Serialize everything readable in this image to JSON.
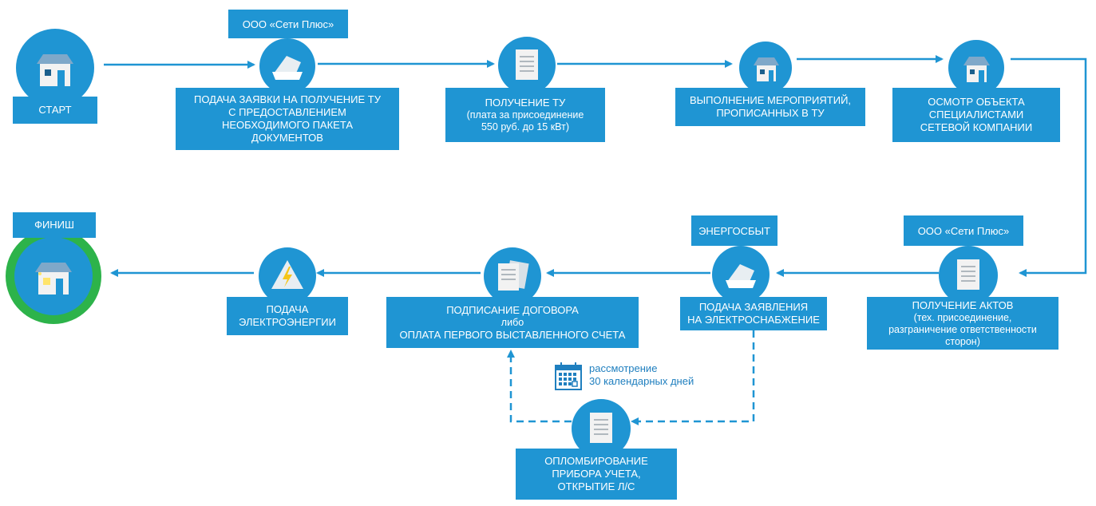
{
  "colors": {
    "accent": "#1f95d3",
    "arrow": "#1f95d3",
    "finish_ring": "#2db34a",
    "icon_bg": "#e8eef2"
  },
  "start": {
    "label": "СТАРТ",
    "icon": "house-icon"
  },
  "finish": {
    "label": "ФИНИШ",
    "icon": "house-lit-icon"
  },
  "orgs": {
    "seti_top": "ООО «Сети Плюс»",
    "energosbyt": "ЭНЕРГОСБЫТ",
    "seti_bottom": "ООО «Сети Плюс»"
  },
  "steps": {
    "application": {
      "lines": [
        "ПОДАЧА ЗАЯВКИ НА ПОЛУЧЕНИЕ ТУ",
        "С ПРЕДОСТАВЛЕНИЕМ",
        "НЕОБХОДИМОГО ПАКЕТА",
        "ДОКУМЕНТОВ"
      ],
      "icon": "envelope-paper-icon"
    },
    "receive_tu": {
      "title": "ПОЛУЧЕНИЕ ТУ",
      "sub": [
        "(плата за присоединение",
        "550 руб. до 15 кВт)"
      ],
      "icon": "document-icon"
    },
    "measures": {
      "lines": [
        "ВЫПОЛНЕНИЕ МЕРОПРИЯТИЙ,",
        "ПРОПИСАННЫХ В ТУ"
      ],
      "icon": "house-icon"
    },
    "inspection": {
      "lines": [
        "ОСМОТР ОБЪЕКТА",
        "СПЕЦИАЛИСТАМИ",
        "СЕТЕВОЙ КОМПАНИИ"
      ],
      "icon": "house-icon"
    },
    "acts": {
      "title": "ПОЛУЧЕНИЕ АКТОВ",
      "sub": [
        "(тех. присоединение,",
        "разграничение ответственности",
        "сторон)"
      ],
      "icon": "document-icon"
    },
    "supply_application": {
      "lines": [
        "ПОДАЧА ЗАЯВЛЕНИЯ",
        "НА ЭЛЕКТРОСНАБЖЕНИЕ"
      ],
      "icon": "envelope-paper-icon"
    },
    "contract": {
      "lines": [
        "ПОДПИСАНИЕ ДОГОВОРА"
      ],
      "either": "либо",
      "lines2": [
        "ОПЛАТА ПЕРВОГО ВЫСТАВЛЕННОГО СЧЕТА"
      ],
      "icon": "documents-icon"
    },
    "power": {
      "lines": [
        "ПОДАЧА",
        "ЭЛЕКТРОЭНЕРГИИ"
      ],
      "icon": "lightning-icon"
    },
    "sealing": {
      "lines": [
        "ОПЛОМБИРОВАНИЕ",
        "ПРИБОРА УЧЕТА,",
        "ОТКРЫТИЕ Л/С"
      ],
      "icon": "document-icon"
    }
  },
  "review": {
    "lines": [
      "рассмотрение",
      "30 календарных дней"
    ],
    "icon": "calendar-icon"
  }
}
